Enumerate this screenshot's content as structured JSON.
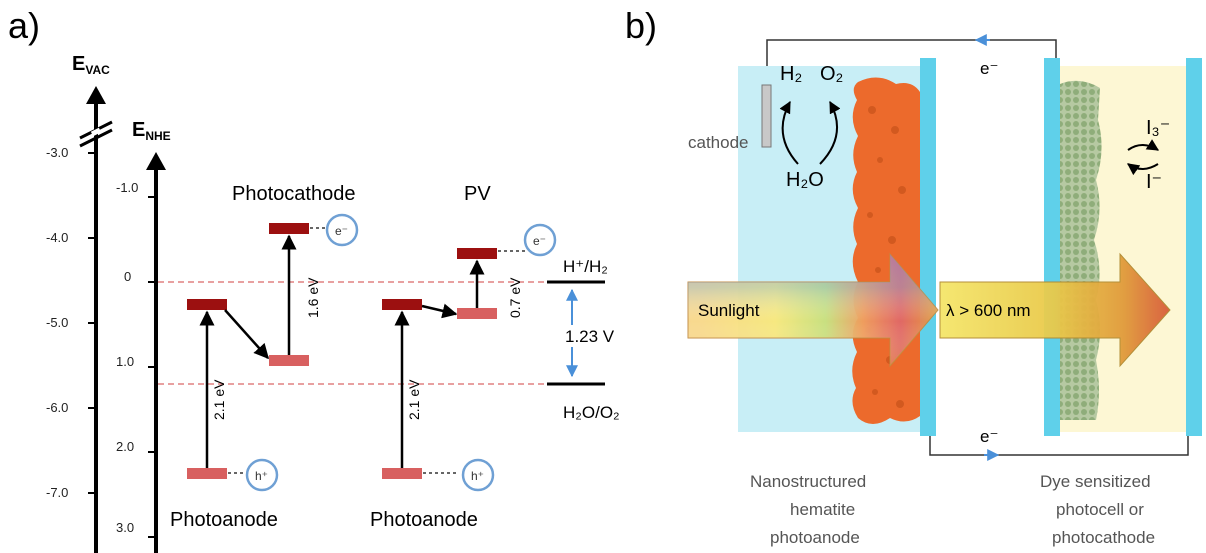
{
  "panel_a": {
    "label": "a)",
    "evac_main": "E",
    "evac_sub": "VAC",
    "enhe_main": "E",
    "enhe_sub": "NHE",
    "evac_ticks": [
      "-3.0",
      "-4.0",
      "-5.0",
      "-6.0",
      "-7.0"
    ],
    "enhe_ticks": [
      "-1.0",
      "0",
      "1.0",
      "2.0",
      "3.0"
    ],
    "photocathode_label": "Photocathode",
    "pv_label": "PV",
    "photoanode_label_1": "Photoanode",
    "photoanode_label_2": "Photoanode",
    "gap_1": "2.1 eV",
    "gap_2": "1.6 eV",
    "gap_3": "2.1 eV",
    "gap_4": "0.7 eV",
    "voltage": "1.23 V",
    "h2_couple": "H⁺/H₂",
    "o2_couple": "H₂O/O₂",
    "electron": "e⁻",
    "hole": "h⁺",
    "colors": {
      "level_dark": "#9c1010",
      "level_light": "#d86060",
      "circle": "#6fa0d4",
      "dashed": "#e08080",
      "arrow_blue": "#4a90d9"
    }
  },
  "panel_b": {
    "label": "b)",
    "electron_top": "e⁻",
    "electron_bottom": "e⁻",
    "cathode": "cathode",
    "h2": "H₂",
    "o2": "O₂",
    "h2o": "H₂O",
    "i3": "I₃⁻",
    "iminus": "I⁻",
    "sunlight": "Sunlight",
    "lambda": "λ > 600 nm",
    "caption_left": [
      "Nanostructured",
      "hematite",
      "photoanode"
    ],
    "caption_right": [
      "Dye sensitized",
      "photocell or",
      "photocathode"
    ],
    "colors": {
      "electrolyte": "#c8eef6",
      "glass": "#5fd0ea",
      "yellow_cell": "#fdf7d4",
      "hematite": "#ec6a2c",
      "dye": "#9bb588"
    }
  }
}
